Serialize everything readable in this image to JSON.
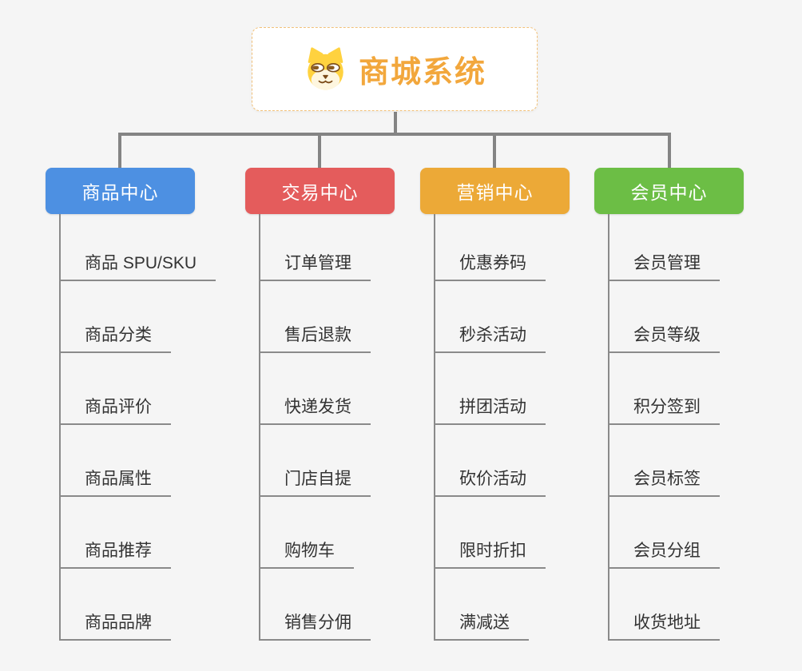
{
  "root": {
    "title": "商城系统",
    "icon": "shiba-dog-icon"
  },
  "colors": {
    "background": "#f5f5f5",
    "line": "#848484",
    "root_text": "#f2a73c",
    "root_border": "#f2c179",
    "branch_text": "#ffffff",
    "item_text": "#333333"
  },
  "branches": [
    {
      "label": "商品中心",
      "color": "#4d90e2",
      "items": [
        "商品 SPU/SKU",
        "商品分类",
        "商品评价",
        "商品属性",
        "商品推荐",
        "商品品牌"
      ]
    },
    {
      "label": "交易中心",
      "color": "#e45c5c",
      "items": [
        "订单管理",
        "售后退款",
        "快递发货",
        "门店自提",
        "购物车",
        "销售分佣"
      ]
    },
    {
      "label": "营销中心",
      "color": "#eca937",
      "items": [
        "优惠券码",
        "秒杀活动",
        "拼团活动",
        "砍价活动",
        "限时折扣",
        "满减送"
      ]
    },
    {
      "label": "会员中心",
      "color": "#6cbe45",
      "items": [
        "会员管理",
        "会员等级",
        "积分签到",
        "会员标签",
        "会员分组",
        "收货地址"
      ]
    }
  ]
}
